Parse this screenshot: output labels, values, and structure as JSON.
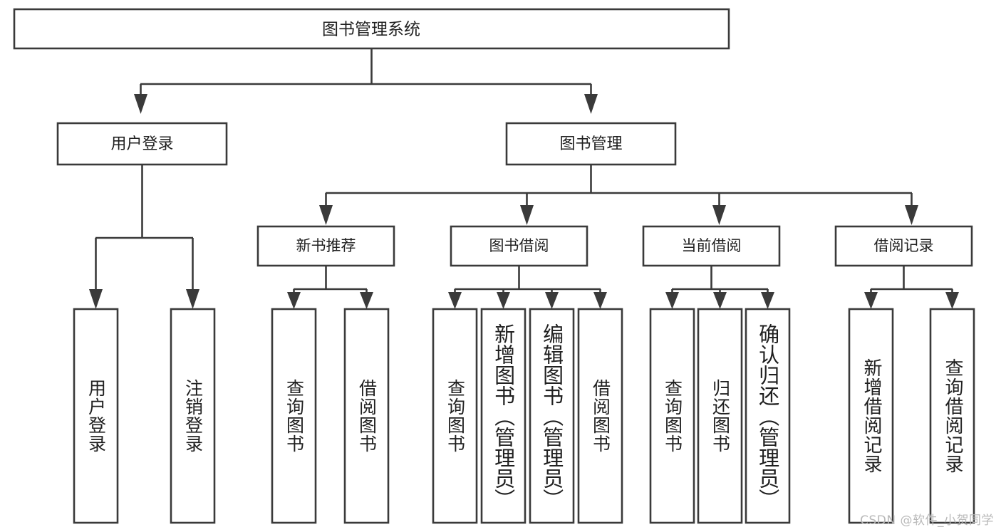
{
  "diagram": {
    "type": "tree",
    "title": "图书管理系统",
    "watermark": "CSDN @软件_小贺同学",
    "root": {
      "label": "图书管理系统"
    },
    "level1": [
      {
        "label": "用户登录"
      },
      {
        "label": "图书管理"
      }
    ],
    "level2": [
      {
        "label": "新书推荐",
        "parent": "图书管理"
      },
      {
        "label": "图书借阅",
        "parent": "图书管理"
      },
      {
        "label": "当前借阅",
        "parent": "图书管理"
      },
      {
        "label": "借阅记录",
        "parent": "图书管理"
      }
    ],
    "leaves": [
      {
        "label": "用户登录",
        "parent": "用户登录"
      },
      {
        "label": "注销登录",
        "parent": "用户登录"
      },
      {
        "label": "查询图书",
        "parent": "新书推荐"
      },
      {
        "label": "借阅图书",
        "parent": "新书推荐"
      },
      {
        "label": "查询图书",
        "parent": "图书借阅"
      },
      {
        "label": "新增图书（管理员）",
        "parent": "图书借阅"
      },
      {
        "label": "编辑图书（管理员）",
        "parent": "图书借阅"
      },
      {
        "label": "借阅图书",
        "parent": "图书借阅"
      },
      {
        "label": "查询图书",
        "parent": "当前借阅"
      },
      {
        "label": "归还图书",
        "parent": "当前借阅"
      },
      {
        "label": "确认归还（管理员）",
        "parent": "当前借阅"
      },
      {
        "label": "新增借阅记录",
        "parent": "借阅记录"
      },
      {
        "label": "查询借阅记录",
        "parent": "借阅记录"
      }
    ],
    "colors": {
      "stroke": "#3a3a3a",
      "fill": "#ffffff",
      "text": "#202020",
      "watermark": "#b9b9b9"
    }
  }
}
